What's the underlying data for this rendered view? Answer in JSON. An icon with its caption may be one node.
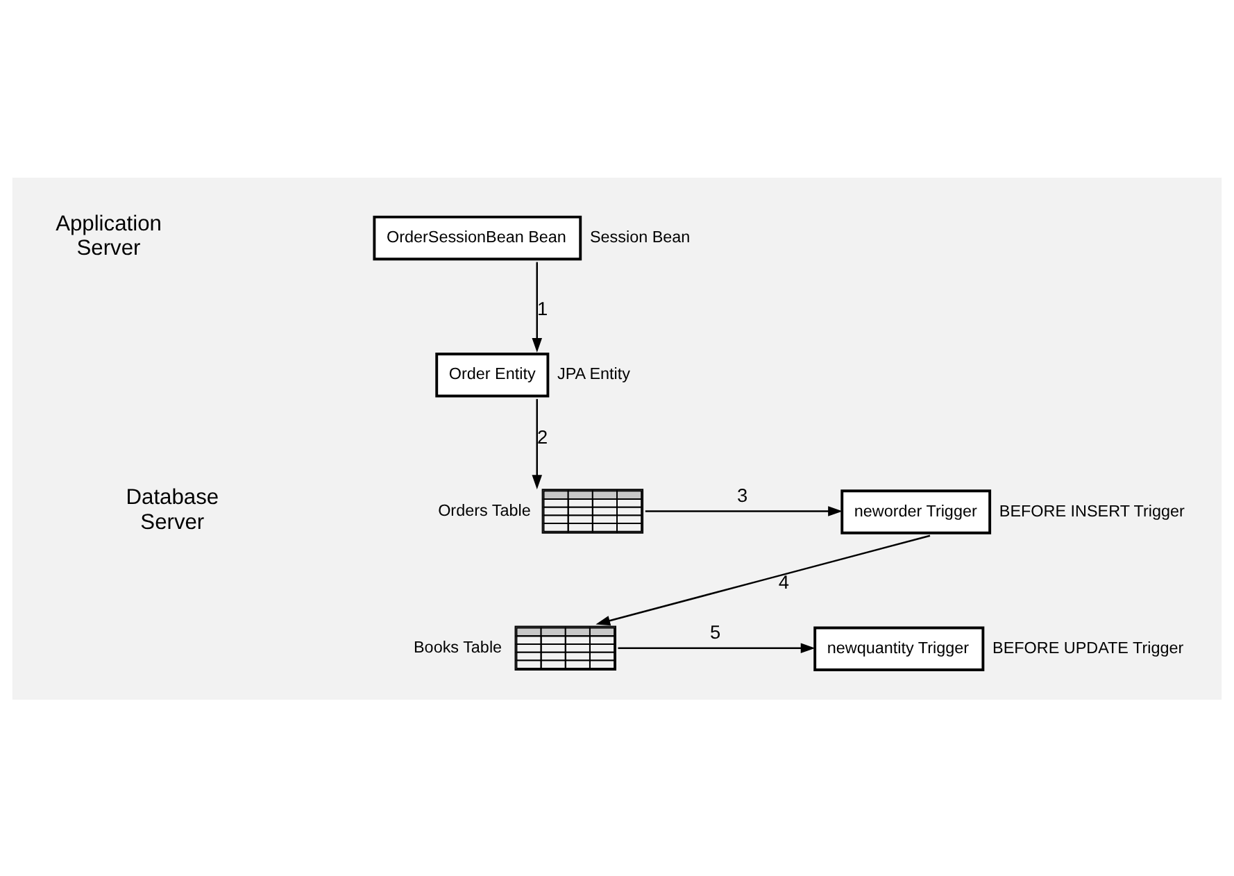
{
  "diagram": {
    "nodes": [
      {
        "text": [
          "OrderSessionBean Bean"
        ],
        "beside": [
          "Session Bean"
        ]
      },
      {
        "text": [
          "Order Entity"
        ],
        "beside": [
          "JPA Entity"
        ]
      },
      {
        "text": [],
        "shape": "table",
        "beside": [
          "Orders Table"
        ]
      },
      {
        "text": [
          "neworder Trigger"
        ],
        "beside": [
          "BEFORE INSERT Trigger"
        ]
      },
      {
        "text": [],
        "shape": "table",
        "beside": [
          "Books Table"
        ]
      },
      {
        "text": [
          "newquantity Trigger"
        ],
        "beside": [
          "BEFORE UPDATE Trigger"
        ]
      }
    ],
    "edges": [
      {
        "from": 0,
        "to": 1,
        "arrow": "to",
        "label": "1"
      },
      {
        "from": 1,
        "to": 2,
        "arrow": "to",
        "label": "2"
      },
      {
        "from": 2,
        "to": 3,
        "arrow": "to",
        "label": "3"
      },
      {
        "from": 3,
        "to": 4,
        "arrow": "to",
        "label": "4"
      },
      {
        "from": 4,
        "to": 5,
        "arrow": "to",
        "label": "5"
      }
    ],
    "labels": [
      "Application Server",
      "Database Server"
    ]
  }
}
